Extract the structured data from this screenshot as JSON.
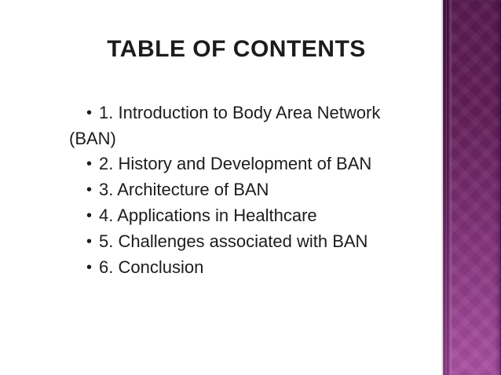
{
  "slide": {
    "title": "TABLE OF CONTENTS",
    "bullet_char": "•",
    "items": [
      "1. Introduction to Body Area Network (BAN)",
      "2. History and Development of BAN",
      "3. Architecture of BAN",
      "4. Applications in Healthcare",
      "5. Challenges associated with BAN",
      "6. Conclusion"
    ]
  },
  "theme": {
    "text-color": "#1c1c1c",
    "background": "#ffffff",
    "sidebar-top": "#581a50",
    "sidebar-bottom": "#ab52a3",
    "sidebar-stripe-top": "#441240",
    "sidebar-stripe-bottom": "#8f3e88",
    "sidebar-edge-line": "#efd9ec"
  }
}
